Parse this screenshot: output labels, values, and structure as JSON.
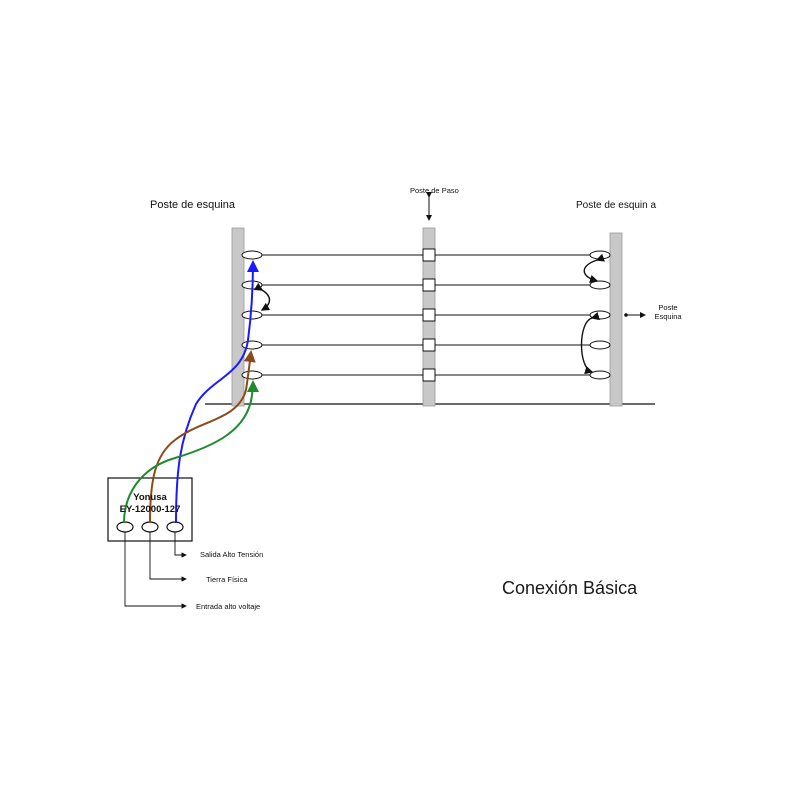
{
  "labels": {
    "left_corner_post": "Poste de esquina",
    "middle_post": "Poste de Paso",
    "right_corner_post": "Poste de esquin a",
    "right_annotation_line1": "Poste",
    "right_annotation_line2": "Esquina",
    "device_brand": "Yonusa",
    "device_model": "EY-12000-127",
    "terminal_output": "Salida Alto Tensión",
    "terminal_ground": "Tierra Física",
    "terminal_input": "Entrada alto voltaje",
    "title": "Conexión Básica"
  },
  "colors": {
    "post_fill": "#c8c8c8",
    "post_stroke": "#9a9a9a",
    "wire": "#111111",
    "cable_blue": "#1a1aff",
    "cable_brown": "#8b4a1c",
    "cable_green": "#1f8a2e"
  }
}
